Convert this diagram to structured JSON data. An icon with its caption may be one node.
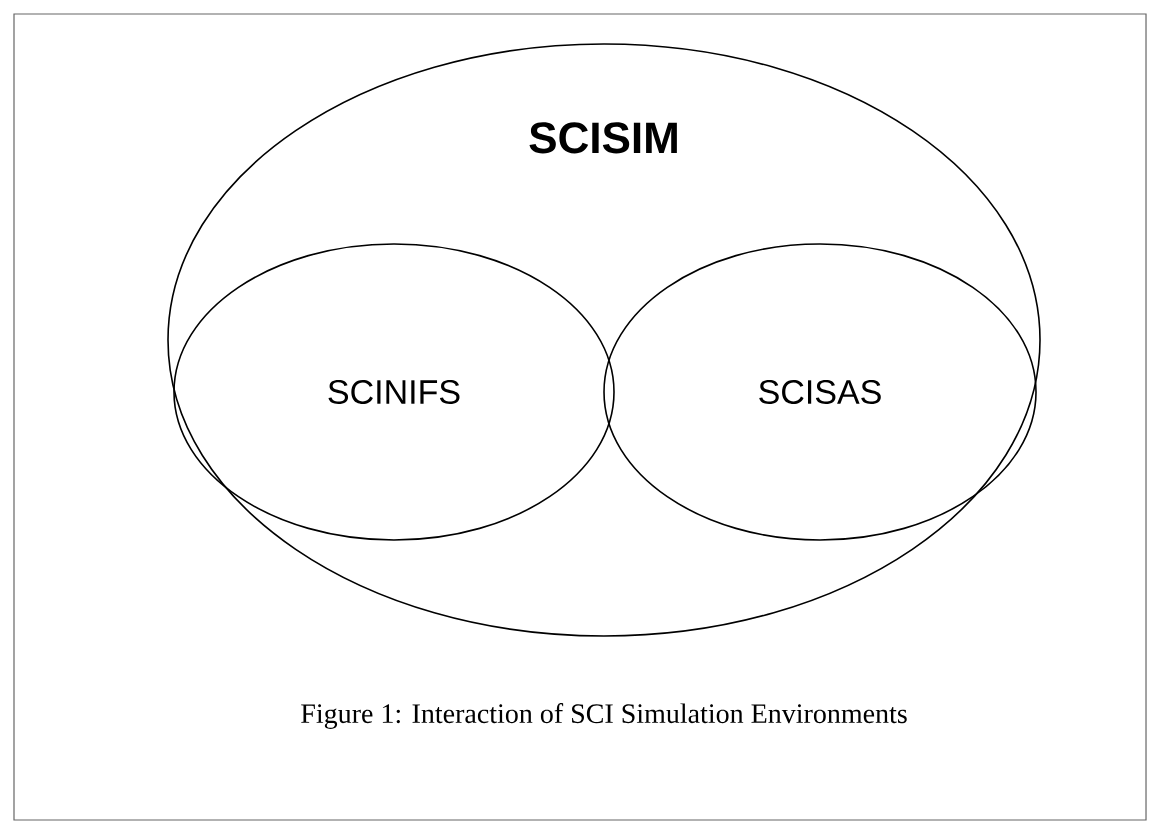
{
  "diagram": {
    "caption": "Figure 1: Interaction of SCI Simulation Environments",
    "nodes": [
      {
        "text": [
          "SCISIM"
        ]
      },
      {
        "text": [
          "SCINIFS"
        ],
        "in": 0
      },
      {
        "text": [
          "SCISAS"
        ],
        "in": 0
      }
    ]
  }
}
